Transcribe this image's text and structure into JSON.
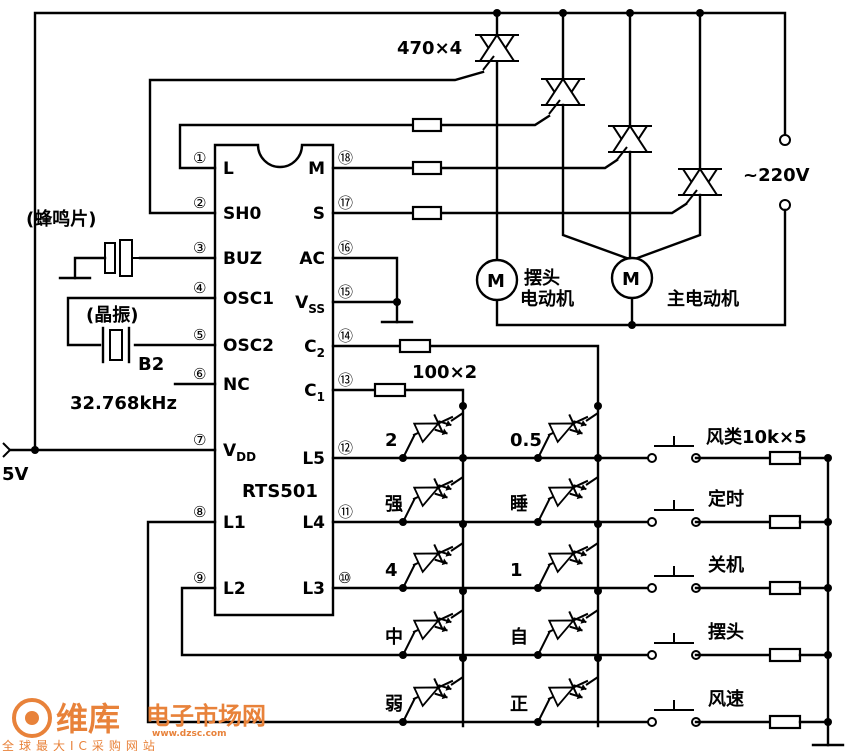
{
  "ic": {
    "name": "RTS501",
    "left_pins": [
      {
        "num": "①",
        "label": "L"
      },
      {
        "num": "②",
        "label": "SH0"
      },
      {
        "num": "③",
        "label": "BUZ"
      },
      {
        "num": "④",
        "label": "OSC1"
      },
      {
        "num": "⑤",
        "label": "OSC2"
      },
      {
        "num": "⑥",
        "label": "NC"
      },
      {
        "num": "⑦",
        "label": "V",
        "sub": "DD"
      },
      {
        "num": "⑧",
        "label": "L1"
      },
      {
        "num": "⑨",
        "label": "L2"
      }
    ],
    "right_pins": [
      {
        "num": "⑱",
        "label": "M"
      },
      {
        "num": "⑰",
        "label": "S"
      },
      {
        "num": "⑯",
        "label": "AC"
      },
      {
        "num": "⑮",
        "label": "V",
        "sub": "SS"
      },
      {
        "num": "⑭",
        "label": "C",
        "sub": "2"
      },
      {
        "num": "⑬",
        "label": "C",
        "sub": "1"
      },
      {
        "num": "⑫",
        "label": "L5"
      },
      {
        "num": "⑪",
        "label": "L4"
      },
      {
        "num": "⑩",
        "label": "L3"
      }
    ]
  },
  "labels": {
    "res_top": "470×4",
    "res_c": "100×2",
    "res_sw": "风类10k×5",
    "mains": "~220V",
    "buzzer": "(蜂鸣片)",
    "crystal": "(晶振)",
    "crystal_ref": "B2",
    "freq": "32.768kHz",
    "supply": "5V",
    "motor_swing_1": "摆头",
    "motor_swing_2": "电动机",
    "motor_main": "主电动机",
    "motor_symbol": "M"
  },
  "led_labels": {
    "left": [
      "2",
      "强",
      "4",
      "中",
      "弱"
    ],
    "right": [
      "0.5",
      "睡",
      "1",
      "自",
      "正"
    ]
  },
  "switch_labels": [
    "定时",
    "关机",
    "摆头",
    "风速"
  ],
  "watermark": {
    "brand": "维库",
    "site": "电子市场网",
    "url": "www.dzsc.com",
    "slogan": "全球最大IC采购网站"
  }
}
